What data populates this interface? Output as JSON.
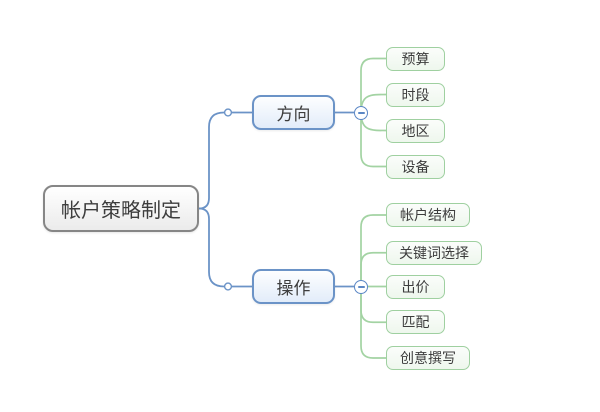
{
  "app": {
    "type": "mindmap",
    "background": "#ffffff"
  },
  "colors": {
    "root_border": "#868686",
    "branch_accent": "#6b93c7",
    "child_accent": "#9fd0a0",
    "text": "#3d3d3d"
  },
  "icons": {
    "collapse": "minus-icon",
    "junction": "expand-dot-icon"
  },
  "mindmap": {
    "root": {
      "label": "帐户策略制定"
    },
    "branches": [
      {
        "label": "方向",
        "collapsed": false,
        "children": [
          {
            "label": "预算"
          },
          {
            "label": "时段"
          },
          {
            "label": "地区"
          },
          {
            "label": "设备"
          }
        ]
      },
      {
        "label": "操作",
        "collapsed": false,
        "children": [
          {
            "label": "帐户结构"
          },
          {
            "label": "关键词选择"
          },
          {
            "label": "出价"
          },
          {
            "label": "匹配"
          },
          {
            "label": "创意撰写"
          }
        ]
      }
    ]
  }
}
